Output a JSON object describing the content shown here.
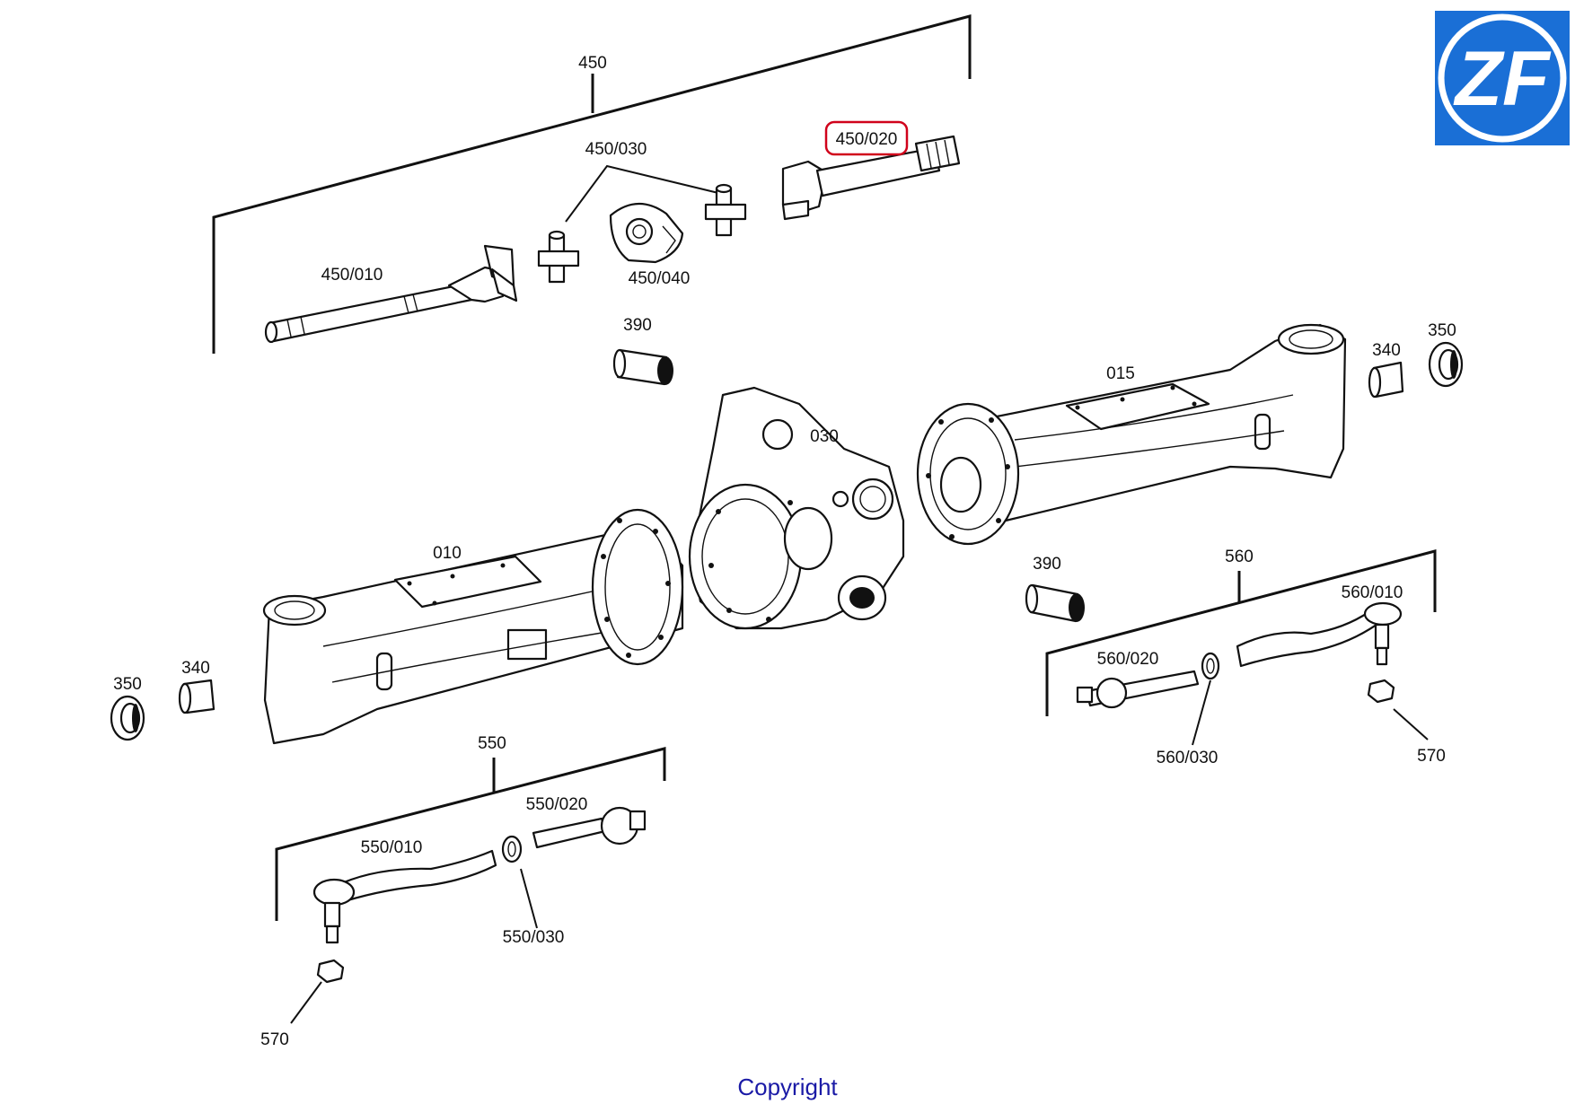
{
  "labels": {
    "p450": "450",
    "p450_030": "450/030",
    "p450_020": "450/020",
    "p450_010": "450/010",
    "p450_040": "450/040",
    "p390_top": "390",
    "p390_bottom": "390",
    "p340_right": "340",
    "p350_right": "350",
    "p015": "015",
    "p030": "030",
    "p010": "010",
    "p350_left": "350",
    "p340_left": "340",
    "p560": "560",
    "p560_010": "560/010",
    "p560_020": "560/020",
    "p560_030": "560/030",
    "p570_right": "570",
    "p550": "550",
    "p550_020": "550/020",
    "p550_010": "550/010",
    "p550_030": "550/030",
    "p570_left": "570"
  },
  "highlighted_part": "450/020",
  "copyright": "Copyright",
  "colors": {
    "logo_blue": "#1a6fd6",
    "highlight_red": "#d0021b",
    "copyright_blue": "#1a1aa6",
    "line": "#111111"
  },
  "icons": {
    "logo": "zf-logo-icon"
  }
}
